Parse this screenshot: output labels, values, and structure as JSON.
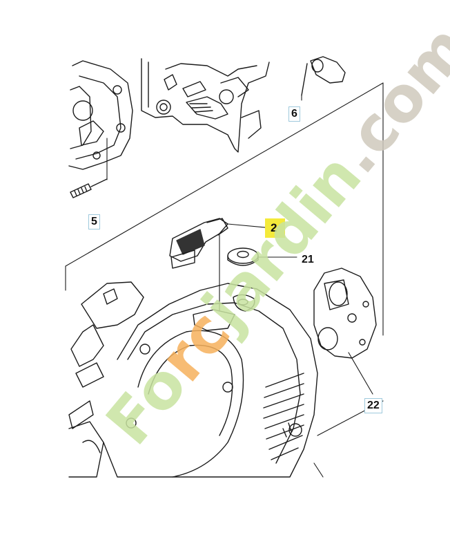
{
  "diagram": {
    "callouts": {
      "p2": "2",
      "p5": "5",
      "p6": "6",
      "p21": "21",
      "p22": "22"
    },
    "watermark": {
      "part1": "Fo",
      "part2": "rc",
      "part3": "jardin",
      "part4": ".com",
      "colors": {
        "green": "#c8e3a0",
        "orange": "#f6b15c",
        "gray": "#cfc9bd"
      }
    }
  }
}
